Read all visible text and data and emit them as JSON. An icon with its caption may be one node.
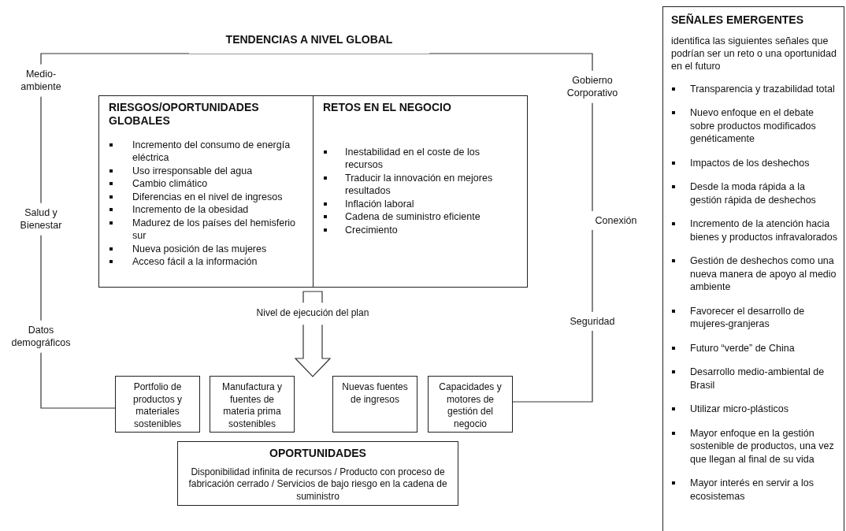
{
  "diagram": {
    "title": "TENDENCIAS A NIVEL GLOBAL",
    "nodes": [
      {
        "text": [
          "RIESGOS/OPORTUNIDADES GLOBALES",
          "Incremento del consumo de energía eléctrica",
          "Uso irresponsable del agua",
          "Cambio climático",
          "Diferencias en el nivel de ingresos",
          "Incremento de la obesidad",
          "Madurez de los países del hemisferio sur",
          "Nueva posición de las mujeres",
          "Acceso fácil a la información"
        ]
      },
      {
        "text": [
          "RETOS EN EL NEGOCIO",
          "Inestabilidad en el coste de los recursos",
          "Traducir la innovación en mejores resultados",
          "Inflación laboral",
          "Cadena de suministro eficiente",
          "Crecimiento"
        ]
      },
      {
        "text": [
          "Portfolio de productos y materiales sostenibles"
        ]
      },
      {
        "text": [
          "Manufactura y fuentes de materia prima sostenibles"
        ]
      },
      {
        "text": [
          "Nuevas fuentes de ingresos"
        ]
      },
      {
        "text": [
          "Capacidades y motores de gestión del negocio"
        ]
      },
      {
        "text": [
          "OPORTUNIDADES",
          "Disponibilidad infinita de recursos / Producto con proceso de fabricación cerrado / Servicios de bajo riesgo en la cadena de suministro"
        ]
      },
      {
        "text": [
          "SEÑALES EMERGENTES",
          "identifica las siguientes señales que podrían ser un reto o una oportunidad en el futuro",
          "Transparencia y trazabilidad total",
          "Nuevo enfoque en el debate sobre productos modificados genéticamente",
          "Impactos de los deshechos",
          "Desde la moda rápida a la gestión rápida de deshechos",
          "Incremento de la atención hacia bienes y productos infravalorados",
          "Gestión de deshechos como una nueva manera de apoyo al medio ambiente",
          "Favorecer el desarrollo de mujeres-granjeras",
          "Futuro “verde” de China",
          "Desarrollo medio-ambiental de Brasil",
          "Utilizar micro-plásticos",
          "Mayor enfoque en la gestión sostenible de productos, una vez que llegan al final de su vida",
          "Mayor interés en servir a los ecosistemas"
        ]
      }
    ],
    "edges": [
      {
        "from": 2,
        "to": 5,
        "arrow": "none"
      },
      {
        "from": 0,
        "to": null,
        "arrow": "to",
        "style": "thick",
        "label": "Nivel de ejecución del plan"
      }
    ],
    "labels": [
      "Medio-ambiente",
      "Gobierno Corporativo",
      "Salud y Bienestar",
      "Conexión",
      "Datos demográficos",
      "Seguridad"
    ]
  }
}
